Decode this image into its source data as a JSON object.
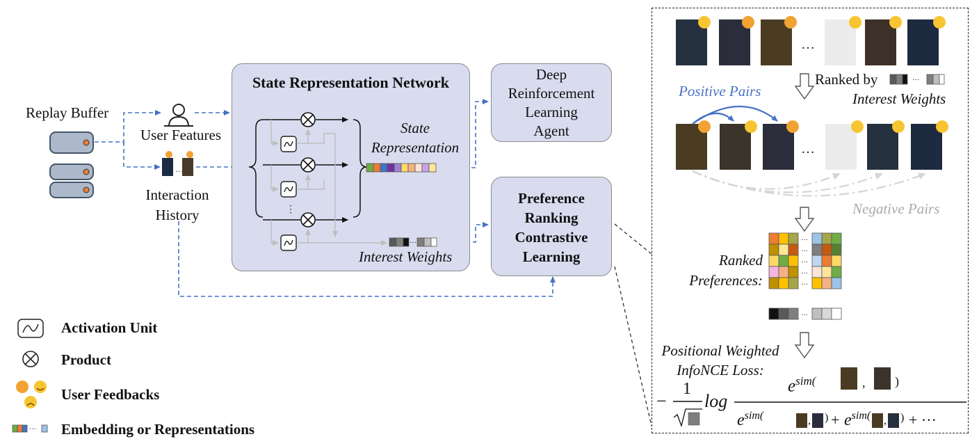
{
  "replay_buffer": "Replay Buffer",
  "user_features": "User Features",
  "interaction_history": [
    "Interaction",
    "History"
  ],
  "srn": {
    "title": "State Representation Network",
    "state_representation": [
      "State",
      "Representation"
    ],
    "interest_weights": "Interest Weights"
  },
  "drl_agent": [
    "Deep",
    "Reinforcement",
    "Learning",
    "Agent"
  ],
  "prcl": [
    "Preference",
    "Ranking",
    "Contrastive",
    "Learning"
  ],
  "legend": {
    "activation_unit": "Activation Unit",
    "product": "Product",
    "user_feedbacks": "User Feedbacks",
    "embedding": "Embedding or Representations"
  },
  "panel": {
    "ranked_by": "Ranked by",
    "interest_weights": "Interest Weights",
    "positive_pairs": "Positive Pairs",
    "negative_pairs": "Negative Pairs",
    "ranked_preferences": [
      "Ranked",
      "Preferences:"
    ],
    "loss_label": [
      "Positional Weighted",
      "InfoNCE Loss:"
    ],
    "ellipsis": "…",
    "formula": {
      "minus": "−",
      "one": "1",
      "log": "log",
      "sim": "sim",
      "plus": "+",
      "trailing": "+ ···"
    }
  },
  "colors": {
    "box_fill": "#d9dcef",
    "arrow_blue": "#4472c4",
    "grey_arrow": "#c8c8c8",
    "embedding_cells": [
      "#70ad47",
      "#ed7d31",
      "#4472c4",
      "#7030a0",
      "#9e7fd1",
      "#ffd966",
      "#f4b183",
      "#fbe5d6",
      "#c5a3e8",
      "#ffe699"
    ]
  }
}
